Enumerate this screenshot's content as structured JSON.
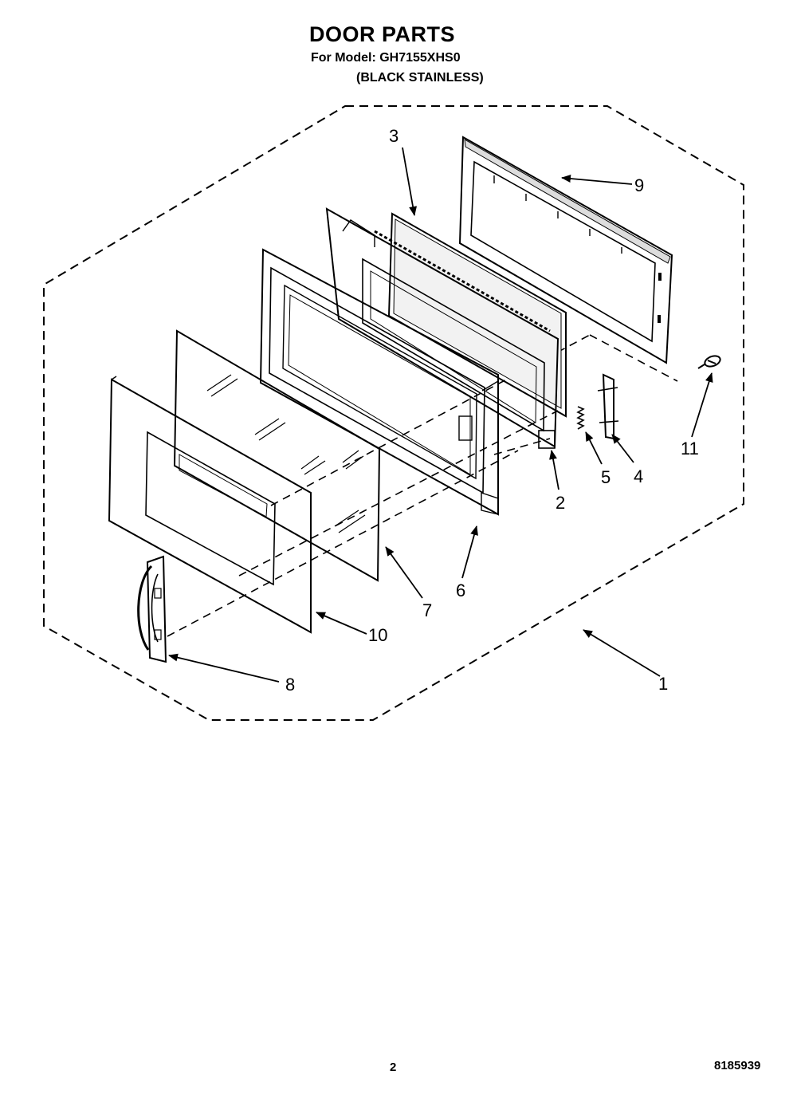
{
  "header": {
    "title": "DOOR PARTS",
    "model_line": "For Model: GH7155XHS0",
    "variant": "(BLACK STAINLESS)"
  },
  "callouts": [
    {
      "id": "callout-1",
      "label": "1"
    },
    {
      "id": "callout-2",
      "label": "2"
    },
    {
      "id": "callout-3",
      "label": "3"
    },
    {
      "id": "callout-4",
      "label": "4"
    },
    {
      "id": "callout-5",
      "label": "5"
    },
    {
      "id": "callout-6",
      "label": "6"
    },
    {
      "id": "callout-7",
      "label": "7"
    },
    {
      "id": "callout-8",
      "label": "8"
    },
    {
      "id": "callout-9",
      "label": "9"
    },
    {
      "id": "callout-10",
      "label": "10"
    },
    {
      "id": "callout-11",
      "label": "11"
    }
  ],
  "footer": {
    "page_number": "2",
    "document_number": "8185939"
  }
}
